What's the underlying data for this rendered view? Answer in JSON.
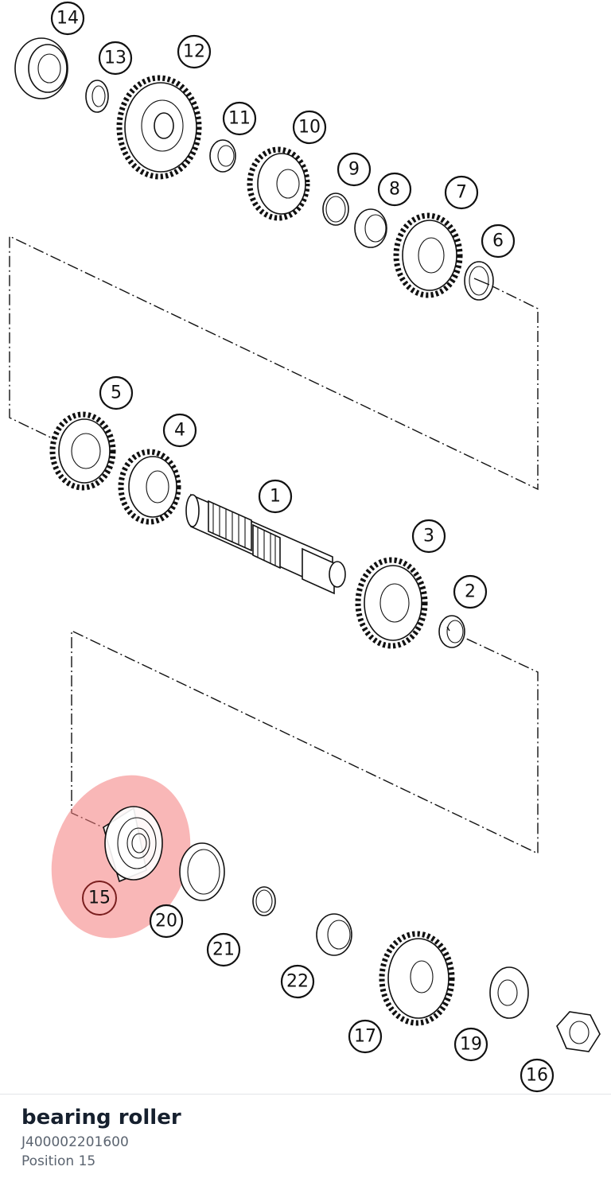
{
  "diagram": {
    "callouts": [
      "14",
      "13",
      "12",
      "11",
      "10",
      "9",
      "8",
      "7",
      "6",
      "5",
      "4",
      "1",
      "3",
      "2",
      "15",
      "20",
      "21",
      "22",
      "17",
      "19",
      "16"
    ],
    "highlighted_callout": "15",
    "highlight_color": "#f47c7c"
  },
  "selection": {
    "part_name": "bearing roller",
    "part_number": "J400002201600",
    "position_prefix": "Position",
    "position_number": "15",
    "position_label": "Position 15"
  }
}
